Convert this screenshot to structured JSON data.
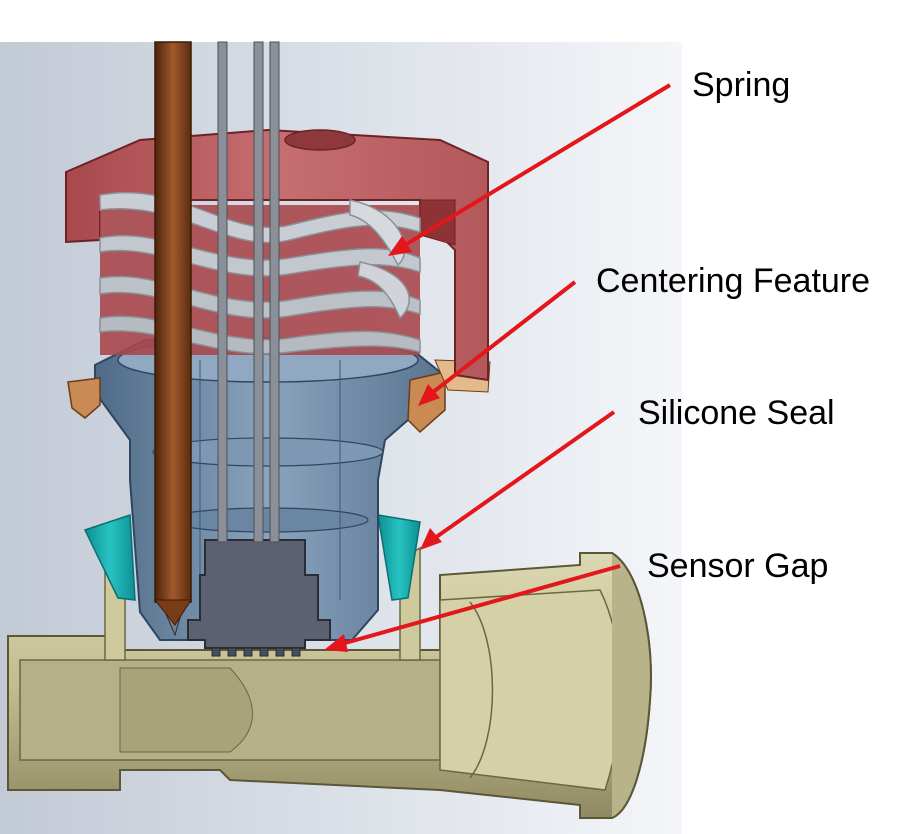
{
  "callouts": [
    {
      "label": "Spring"
    },
    {
      "label": "Centering Feature"
    },
    {
      "label": "Silicone Seal"
    },
    {
      "label": "Sensor Gap"
    }
  ],
  "colors": {
    "arrow": "#e3161b",
    "cap": "#b85a5e",
    "body": "#6f8aa6",
    "seal": "#13a9a9",
    "spring": "#bfc4ca",
    "tee": "#c9c49a",
    "sensor": "#5d6070",
    "wire": "#7a3c18",
    "ring": "#c98a54"
  }
}
